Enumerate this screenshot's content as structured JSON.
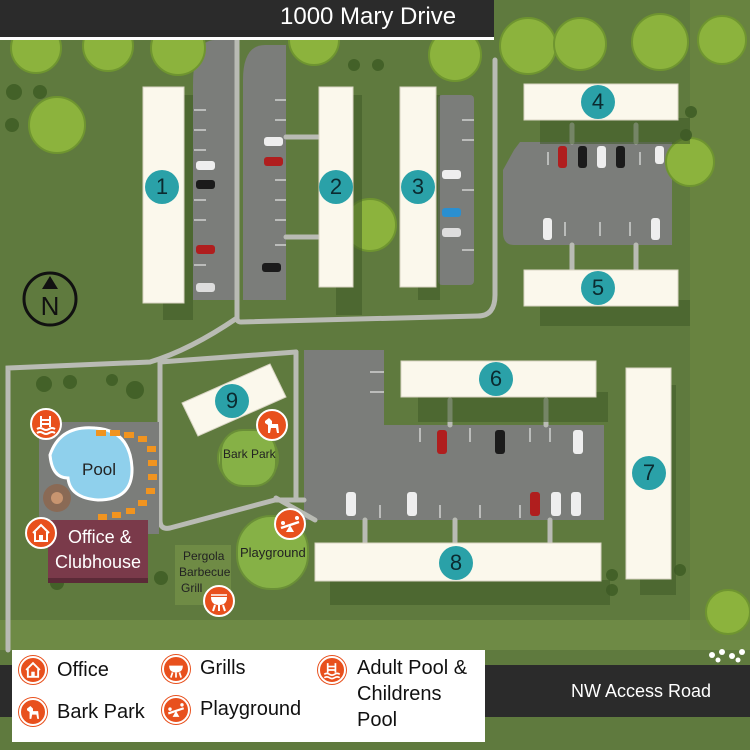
{
  "streets": {
    "top": "1000 Mary Drive",
    "bottom": "NW Access Road"
  },
  "compass": {
    "letter": "N"
  },
  "buildings": [
    "1",
    "2",
    "3",
    "4",
    "5",
    "6",
    "7",
    "8",
    "9"
  ],
  "places": {
    "pool": "Pool",
    "office_line1": "Office &",
    "office_line2": "Clubhouse",
    "bark_park": "Bark Park",
    "playground": "Playground",
    "pergola_line1": "Pergola",
    "pergola_line2": "Barbecue",
    "pergola_line3": "Grill"
  },
  "legend": {
    "office": "Office",
    "bark_park": "Bark Park",
    "grills": "Grills",
    "playground": "Playground",
    "pool_line1": "Adult Pool &",
    "pool_line2": "Childrens",
    "pool_line3": "Pool"
  },
  "icons": {
    "office": "house-icon",
    "bark_park": "dog-icon",
    "grills": "grill-icon",
    "playground": "seesaw-icon",
    "pool": "pool-icon"
  },
  "colors": {
    "grass": "#5f7a3e",
    "road": "#2b2b2b",
    "parking": "#7b7d7a",
    "building": "#fbf8ec",
    "building_badge": "#2aa1a8",
    "amenity": "#e8501d",
    "clubhouse": "#7a3a4a",
    "pool_water": "#8fd0ec"
  }
}
